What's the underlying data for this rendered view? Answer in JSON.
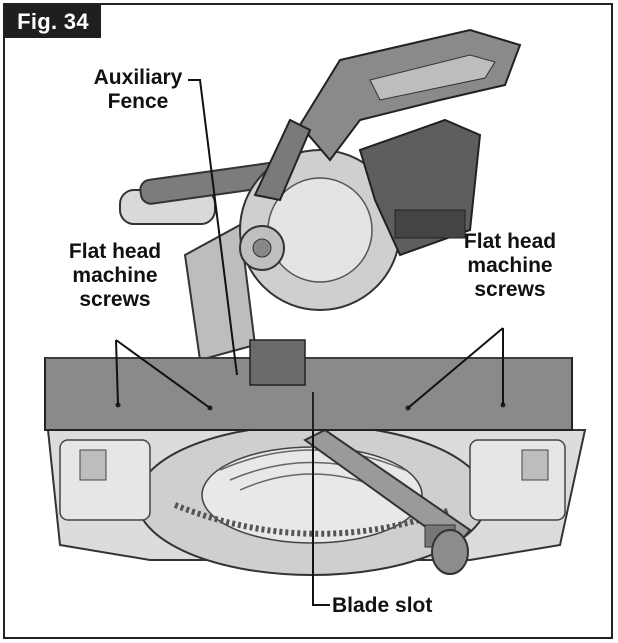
{
  "figure": {
    "badge": "Fig. 34"
  },
  "labels": {
    "auxiliary_fence": {
      "line1": "Auxiliary",
      "line2": "Fence"
    },
    "left_screws": {
      "line1": "Flat head",
      "line2": "machine",
      "line3": "screws"
    },
    "right_screws": {
      "line1": "Flat head",
      "line2": "machine",
      "line3": "screws"
    },
    "blade_slot": {
      "text": "Blade slot"
    }
  },
  "colors": {
    "fence": "#8a8a8a",
    "saw_body": "#6e6e6e",
    "base": "#d9d9d9",
    "outline": "#222222"
  }
}
